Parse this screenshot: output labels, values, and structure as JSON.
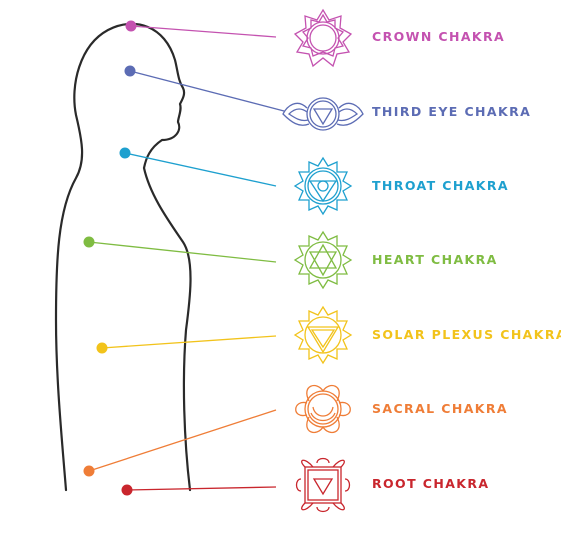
{
  "chakras": [
    {
      "key": "crown",
      "label": "CROWN CHAKRA",
      "color": "#c452b0"
    },
    {
      "key": "third-eye",
      "label": "THIRD EYE CHAKRA",
      "color": "#5c6cb4"
    },
    {
      "key": "throat",
      "label": "THROAT CHAKRA",
      "color": "#1ea0cf"
    },
    {
      "key": "heart",
      "label": "HEART CHAKRA",
      "color": "#7fbc42"
    },
    {
      "key": "solar-plexus",
      "label": "SOLAR PLEXUS CHAKRA",
      "color": "#f2c31b"
    },
    {
      "key": "sacral",
      "label": "SACRAL CHAKRA",
      "color": "#ef7d37"
    },
    {
      "key": "root",
      "label": "ROOT CHAKRA",
      "color": "#c9262d"
    }
  ]
}
